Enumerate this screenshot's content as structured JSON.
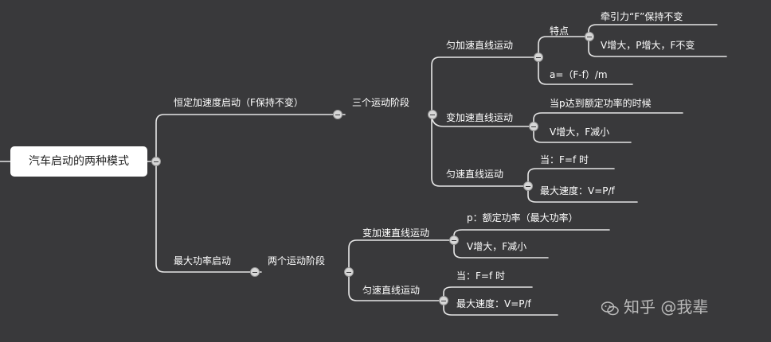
{
  "root": {
    "label": "汽车启动的两种模式"
  },
  "branch1": {
    "label": "恒定加速度启动（F保持不变）",
    "stage": "三个运动阶段",
    "phase1": {
      "label": "匀加速直线运动",
      "features_label": "特点",
      "feature_items": [
        "牵引力“F”保持不变",
        "V增大，P增大，F不变"
      ],
      "formula": "a=（F-f）/m"
    },
    "phase2": {
      "label": "变加速直线运动",
      "items": [
        "当p达到额定功率的时候",
        "V增大，F减小"
      ]
    },
    "phase3": {
      "label": "匀速直线运动",
      "items": [
        "当：F=f 时",
        "最大速度：V=P/f"
      ]
    }
  },
  "branch2": {
    "label": "最大功率启动",
    "stage": "两个运动阶段",
    "phase1": {
      "label": "变加速直线运动",
      "items": [
        "p：额定功率（最大功率）",
        "V增大，F减小"
      ]
    },
    "phase2": {
      "label": "匀速直线运动",
      "items": [
        "当：F=f 时",
        "最大速度：V=P/f"
      ]
    }
  },
  "watermark": {
    "text": "知乎 @我辈"
  },
  "colors": {
    "background": "#39393b",
    "line": "#e6e6e6",
    "text": "#ffffff",
    "root_box": "#ffffff"
  }
}
